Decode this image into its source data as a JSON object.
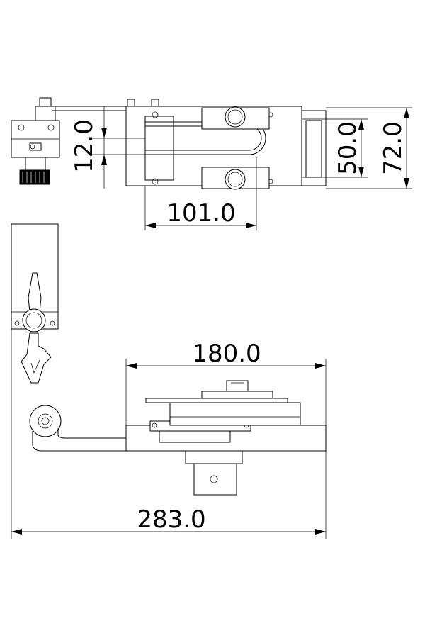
{
  "dimensions": {
    "top_width": "101.0",
    "slot_gap": "12.0",
    "inner_height": "50.0",
    "outer_height": "72.0",
    "bottom_width": "180.0",
    "overall_width": "283.0"
  }
}
